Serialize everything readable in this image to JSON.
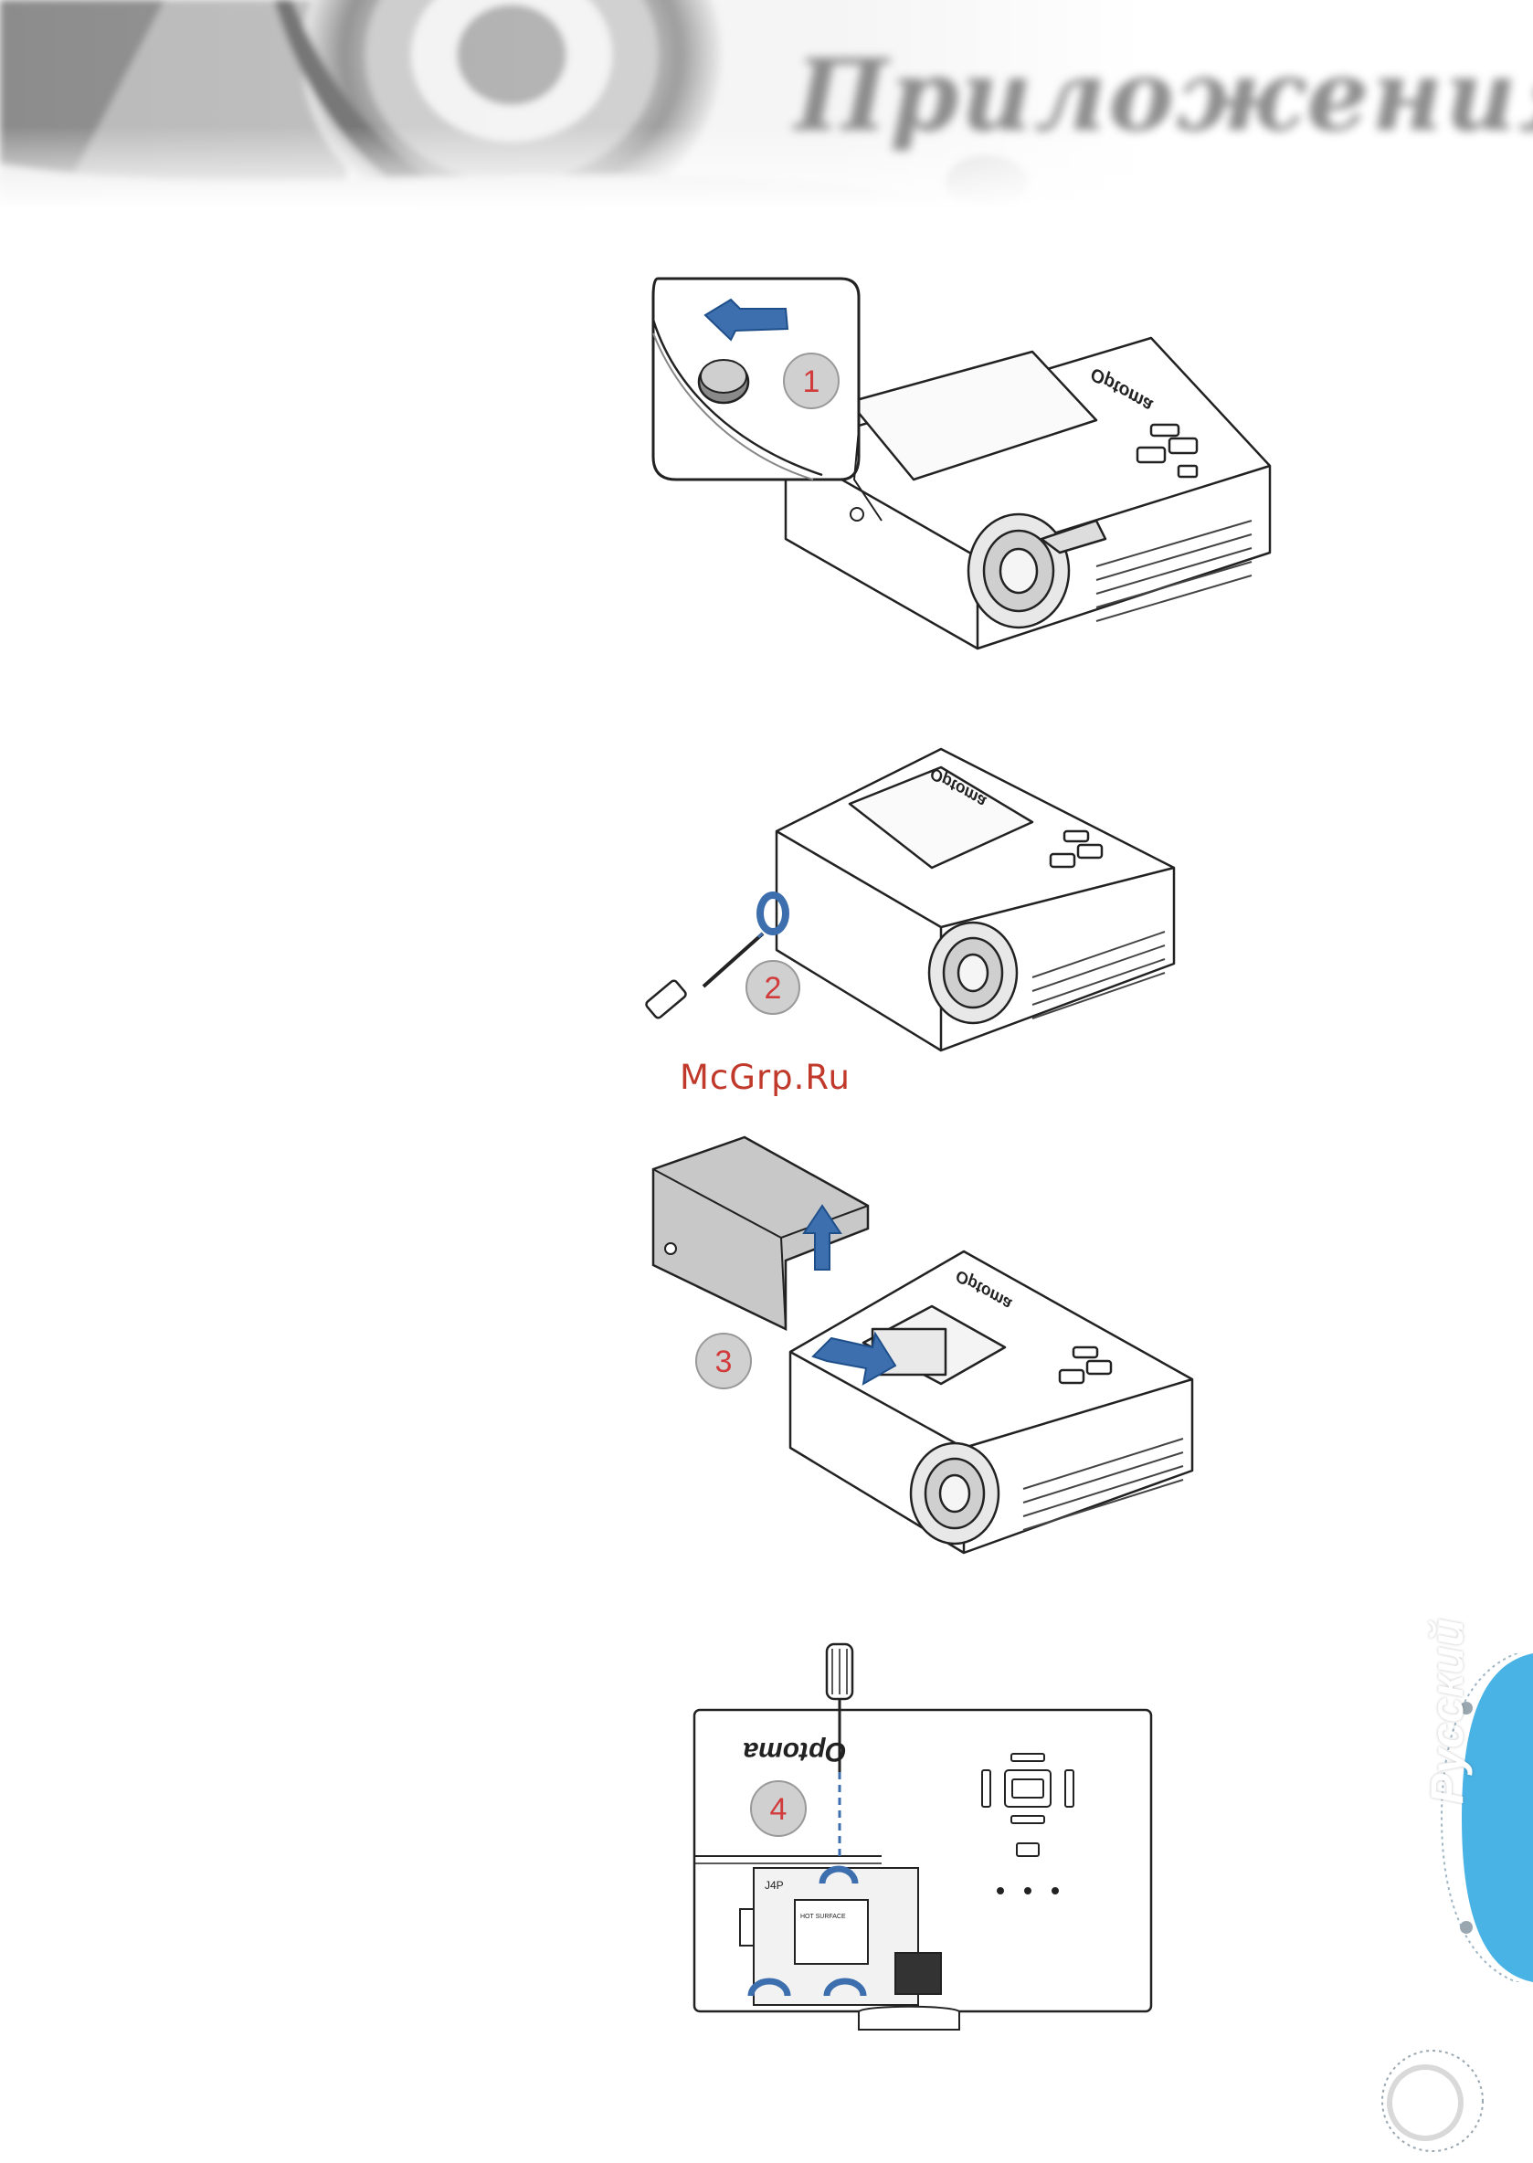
{
  "header": {
    "section_title": "Приложения"
  },
  "figures": [
    {
      "step": "1"
    },
    {
      "step": "2"
    },
    {
      "step": "3"
    },
    {
      "step": "4"
    }
  ],
  "brand_logo": "Optoma",
  "lamp_labels": {
    "code": "J4P",
    "warning": "HOT SURFACE"
  },
  "watermark": "McGrp.Ru",
  "side_tab": {
    "language": "Русский"
  },
  "colors": {
    "arrow_blue": "#3d6fae",
    "step_circle": "#d0d0d0",
    "step_number": "#d23b3b",
    "side_tab": "#4ab3e6",
    "watermark": "#c0392b"
  },
  "icons": [
    "screwdriver-icon",
    "rotate-arrow-icon",
    "lift-arrow-icon",
    "projector-illustration"
  ]
}
